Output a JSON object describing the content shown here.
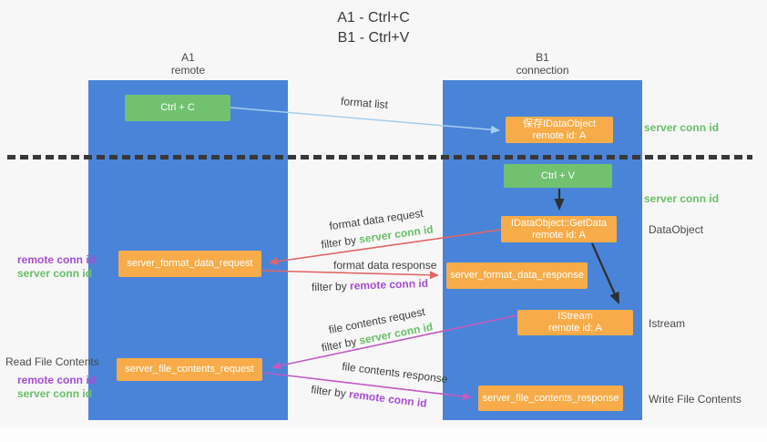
{
  "title": {
    "line1": "A1 - Ctrl+C",
    "line2": "B1 - Ctrl+V"
  },
  "columns": {
    "left": {
      "name": "A1",
      "subtitle": "remote"
    },
    "right": {
      "name": "B1",
      "subtitle": "connection"
    }
  },
  "nodes": {
    "ctrl_c": {
      "label": "Ctrl + C"
    },
    "save_idataobject": {
      "line1": "保存IDataObject",
      "line2": "remote id: A"
    },
    "ctrl_v": {
      "label": "Ctrl + V"
    },
    "getdata": {
      "line1": "IDataObject::GetData",
      "line2": "remote id: A"
    },
    "format_request": {
      "label": "server_format_data_request"
    },
    "format_response": {
      "label": "server_format_data_response"
    },
    "istream": {
      "line1": "IStream",
      "line2": "remote id: A"
    },
    "file_request": {
      "label": "server_file_contents_request"
    },
    "file_response": {
      "label": "server_file_contents_response"
    }
  },
  "arrow_labels": {
    "format_list": "format list",
    "format_data_request": "format data request",
    "format_data_response": "format data response",
    "file_contents_request": "file contents request",
    "file_contents_response": "file contents response",
    "filter_by": "filter by",
    "server_conn_id": "server conn id",
    "remote_conn_id": "remote conn id"
  },
  "side_labels": {
    "server_conn_id_top": "server conn id",
    "server_conn_id_mid": "server conn id",
    "dataobject": "DataObject",
    "istream": "Istream",
    "read_file_contents": "Read File Contents",
    "write_file_contents": "Write File Contents",
    "remote_conn_id": "remote conn id",
    "server_conn_id": "server conn id"
  },
  "colors": {
    "background": "#f7f7f7",
    "column_blue": "#4a84d8",
    "box_green": "#71c171",
    "box_orange": "#f8ac49",
    "arrow_blue": "#a5cdee",
    "arrow_red": "#e26666",
    "arrow_magenta": "#c05cc2",
    "arrow_black": "#2f2f2f",
    "text_green": "#6abf69",
    "text_purple": "#a64dd0",
    "text_dark": "#3f3f3f"
  }
}
